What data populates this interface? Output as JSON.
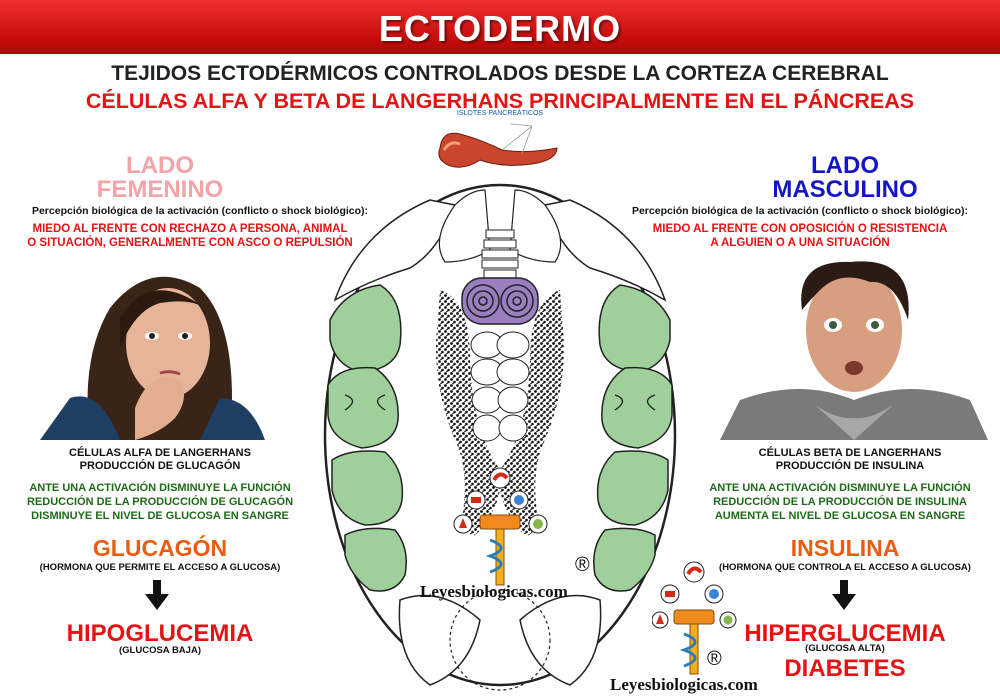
{
  "header": {
    "title": "ECTODERMO",
    "subtitle_1": "TEJIDOS ECTODÉRMICOS CONTROLADOS DESDE LA CORTEZA CEREBRAL",
    "subtitle_2": "CÉLULAS ALFA Y BETA DE LANGERHANS PRINCIPALMENTE EN EL PÁNCREAS"
  },
  "center": {
    "islotes_label": "ISLOTES PANCREÁTICOS",
    "watermark": "Leyesbiologicas.com",
    "registered": "®"
  },
  "left": {
    "title_line1": "LADO",
    "title_line2": "FEMENINO",
    "perception": "Percepción biológica de la activación (conflicto o shock biológico):",
    "conflict_line1": "MIEDO AL FRENTE CON RECHAZO A PERSONA, ANIMAL",
    "conflict_line2": "O SITUACIÓN, GENERALMENTE CON ASCO O REPULSIÓN",
    "cells_line1": "CÉLULAS ALFA DE LANGERHANS",
    "cells_line2": "PRODUCCIÓN DE GLUCAGÓN",
    "effect_line1": "ANTE UNA ACTIVACIÓN DISMINUYE LA FUNCIÓN",
    "effect_line2": "REDUCCIÓN DE LA PRODUCCIÓN DE GLUCAGÓN",
    "effect_line3": "DISMINUYE EL NIVEL DE GLUCOSA EN SANGRE",
    "hormone": "GLUCAGÓN",
    "hormone_note": "(HORMONA QUE PERMITE EL ACCESO A GLUCOSA)",
    "result": "HIPOGLUCEMIA",
    "result_note": "(GLUCOSA BAJA)"
  },
  "right": {
    "title_line1": "LADO",
    "title_line2": "MASCULINO",
    "perception": "Percepción biológica de la activación (conflicto o shock biológico):",
    "conflict_line1": "MIEDO AL FRENTE CON OPOSICIÓN O RESISTENCIA",
    "conflict_line2": "A ALGUIEN O A UNA SITUACIÓN",
    "cells_line1": "CÉLULAS BETA DE LANGERHANS",
    "cells_line2": "PRODUCCIÓN DE INSULINA",
    "effect_line1": "ANTE UNA ACTIVACIÓN DISMINUYE LA FUNCIÓN",
    "effect_line2": "REDUCCIÓN DE LA PRODUCCIÓN DE INSULINA",
    "effect_line3": "AUMENTA EL NIVEL DE GLUCOSA EN SANGRE",
    "hormone": "INSULINA",
    "hormone_note": "(HORMONA QUE CONTROLA EL ACCESO A GLUCOSA)",
    "result": "HIPERGLUCEMIA",
    "result_note": "(GLUCOSA ALTA)",
    "result_2": "DIABETES",
    "watermark": "Leyesbiologicas.com",
    "registered": "®"
  },
  "colors": {
    "banner": "#d41414",
    "title_red": "#e51313",
    "feminine_pink": "#f4a3a9",
    "masculine_blue": "#1515c8",
    "effect_green": "#1f6a19",
    "hormone_orange": "#ea5c10",
    "brain_green": "#9fcf9a",
    "brainstem_purple": "#9a7ec0"
  },
  "icons": [
    "pancreas-icon",
    "down-arrow-icon",
    "caduceus-icon",
    "woman-photo",
    "man-photo"
  ]
}
